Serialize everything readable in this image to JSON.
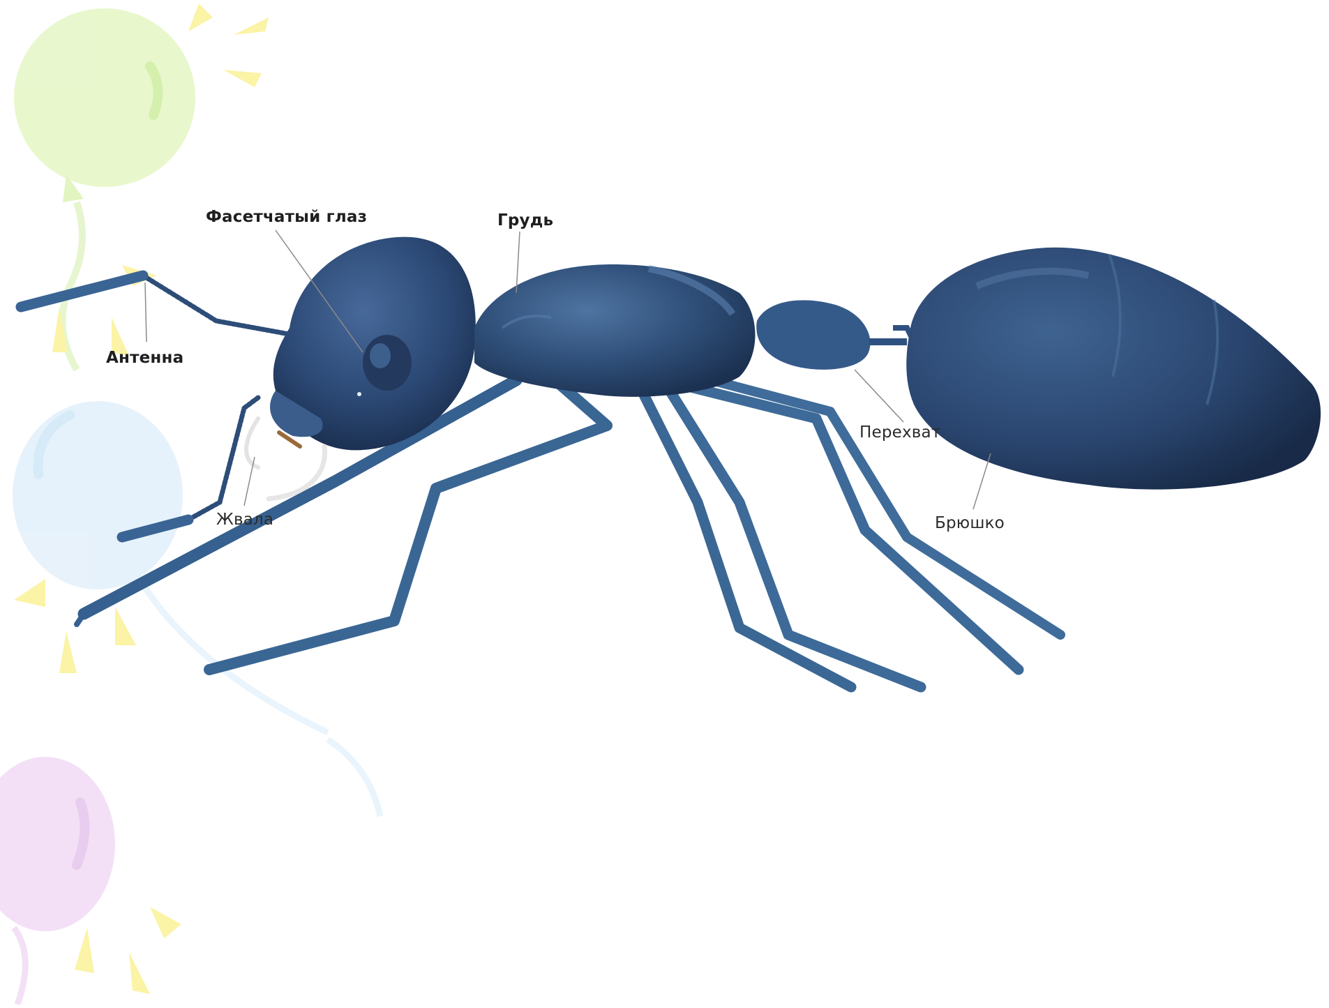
{
  "labels": {
    "compound_eye": "Фасетчатый глаз",
    "thorax": "Грудь",
    "antenna": "Антенна",
    "petiole": "Перехват",
    "mandibles": "Жвала",
    "abdomen": "Брюшко"
  },
  "colors": {
    "body": "#2c4a73",
    "body_dark": "#1e3556",
    "body_light": "#4a6f9c",
    "leg": "#3c6592",
    "leader_line": "#8a8a8a",
    "balloon_green": "#e6f6c8",
    "balloon_blue": "#e3f1fb",
    "balloon_purple": "#f1dcf5",
    "sparkle_yellow": "#fbf3a6"
  }
}
